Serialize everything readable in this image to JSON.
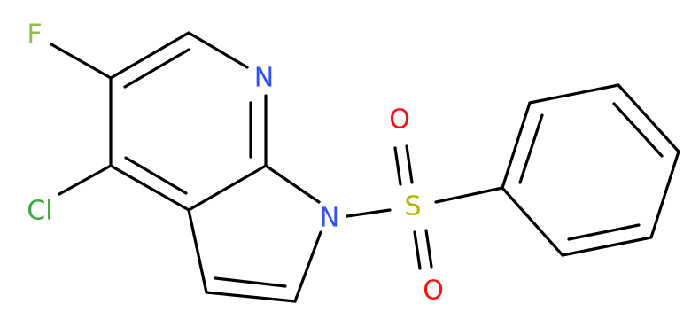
{
  "molecule": {
    "atoms": {
      "F": {
        "symbol": "F",
        "color": "#8bc34a"
      },
      "Cl": {
        "symbol": "Cl",
        "color": "#3aa83a"
      },
      "N7": {
        "symbol": "N",
        "color": "#3050f8"
      },
      "N1": {
        "symbol": "N",
        "color": "#3050f8"
      },
      "S": {
        "symbol": "S",
        "color": "#b5b500"
      },
      "O1": {
        "symbol": "O",
        "color": "#ff0d0d"
      },
      "O2": {
        "symbol": "O",
        "color": "#ff0d0d"
      }
    },
    "bond_color": "#000000"
  }
}
